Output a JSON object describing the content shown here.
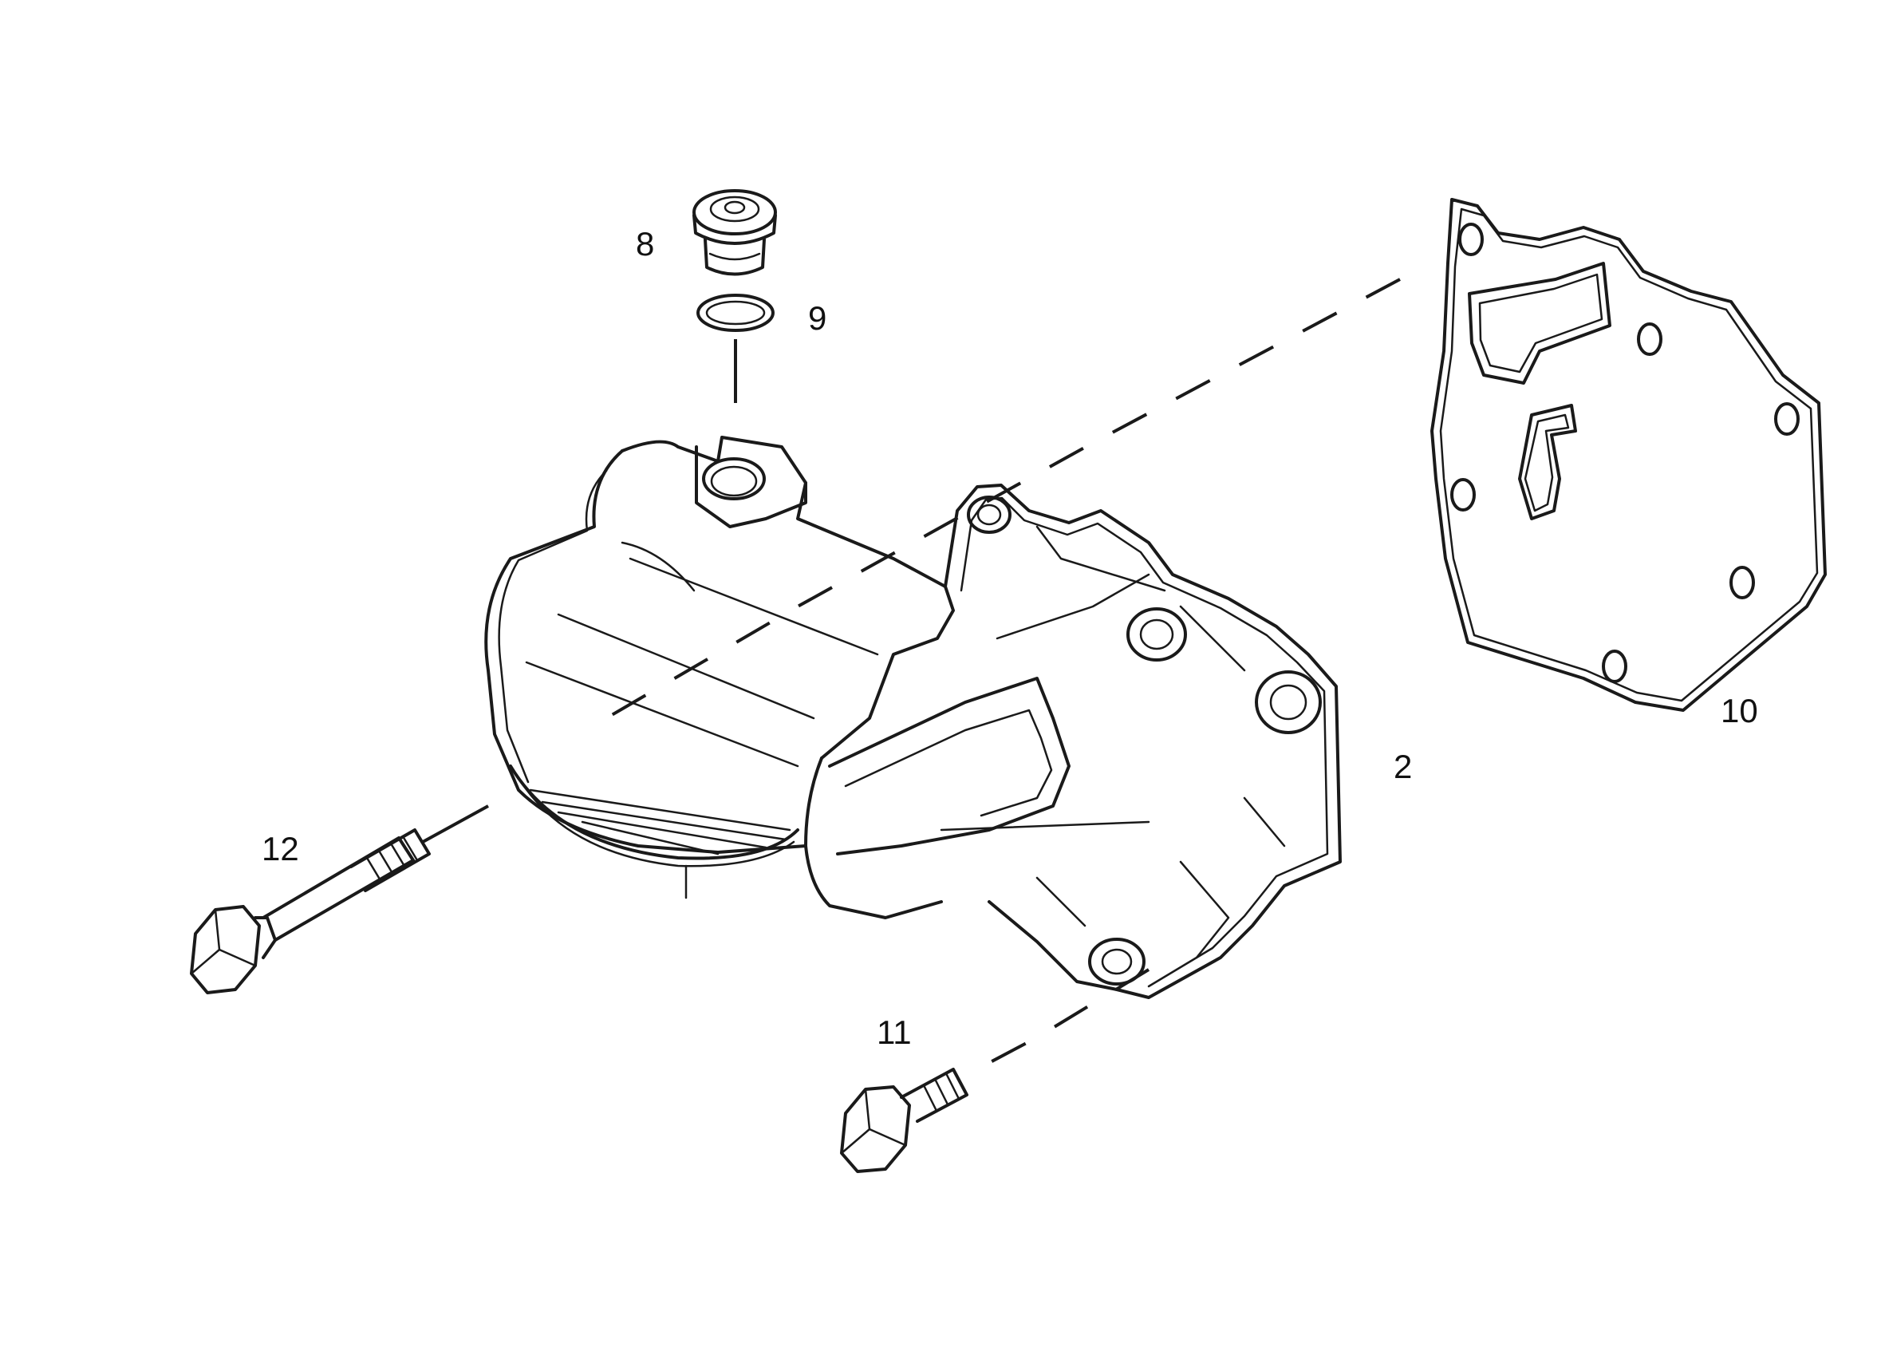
{
  "diagram": {
    "type": "exploded-parts-view",
    "callouts": [
      {
        "id": "8",
        "label": "8"
      },
      {
        "id": "9",
        "label": "9"
      },
      {
        "id": "10",
        "label": "10"
      },
      {
        "id": "2",
        "label": "2"
      },
      {
        "id": "12",
        "label": "12"
      },
      {
        "id": "11",
        "label": "11"
      }
    ],
    "colors": {
      "line": "#1a1a1a",
      "background": "#ffffff"
    }
  }
}
